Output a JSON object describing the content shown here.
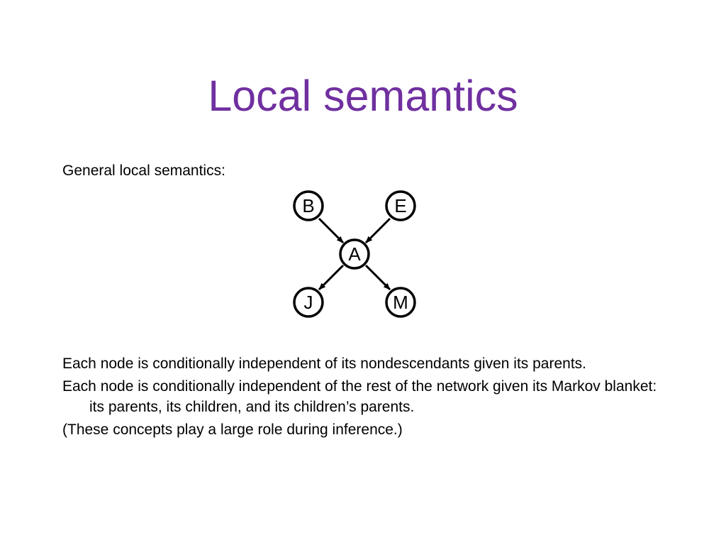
{
  "slide": {
    "title": "Local semantics",
    "intro": "General local semantics:",
    "paragraphs": [
      "Each node is conditionally independent of its nondescendants given its parents.",
      "Each node is conditionally independent of the rest of the network given its Markov blanket: its parents, its children, and its children’s parents.",
      "(These concepts play a large role during inference.)"
    ]
  },
  "diagram": {
    "nodes": [
      {
        "id": "B",
        "label": "B"
      },
      {
        "id": "E",
        "label": "E"
      },
      {
        "id": "A",
        "label": "A"
      },
      {
        "id": "J",
        "label": "J"
      },
      {
        "id": "M",
        "label": "M"
      }
    ],
    "edges": [
      {
        "from": "B",
        "to": "A"
      },
      {
        "from": "E",
        "to": "A"
      },
      {
        "from": "A",
        "to": "J"
      },
      {
        "from": "A",
        "to": "M"
      }
    ]
  },
  "colors": {
    "title": "#7030a0",
    "text": "#000000",
    "background": "#ffffff"
  }
}
